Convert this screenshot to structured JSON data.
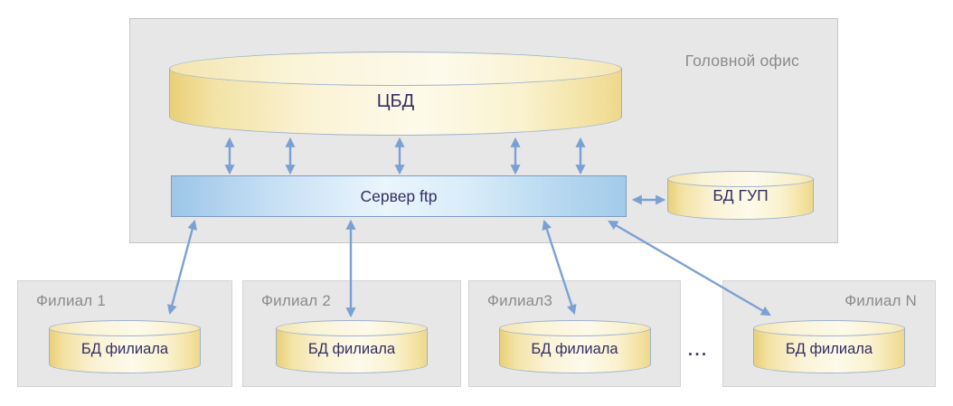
{
  "diagram": {
    "head_office": {
      "label": "Головной офис",
      "central_db_label": "ЦБД",
      "ftp_server_label": "Сервер ftp",
      "gup_db_label": "БД ГУП"
    },
    "branches": [
      {
        "label": "Филиал 1",
        "db_label": "БД филиала"
      },
      {
        "label": "Филиал 2",
        "db_label": "БД филиала"
      },
      {
        "label": "Филиал3",
        "db_label": "БД филиала"
      },
      {
        "label": "Филиал N",
        "db_label": "БД филиала"
      }
    ],
    "ellipsis": "...",
    "connections": [
      {
        "from": "ЦБД",
        "to": "Сервер ftp",
        "type": "bidirectional",
        "count": 5
      },
      {
        "from": "Сервер ftp",
        "to": "БД ГУП",
        "type": "bidirectional",
        "count": 1
      },
      {
        "from": "Сервер ftp",
        "to": "БД филиала (Филиал 1)",
        "type": "bidirectional",
        "count": 1
      },
      {
        "from": "Сервер ftp",
        "to": "БД филиала (Филиал 2)",
        "type": "bidirectional",
        "count": 1
      },
      {
        "from": "Сервер ftp",
        "to": "БД филиала (Филиал3)",
        "type": "bidirectional",
        "count": 1
      },
      {
        "from": "Сервер ftp",
        "to": "БД филиала (Филиал N)",
        "type": "bidirectional",
        "count": 1
      }
    ],
    "colors": {
      "background": "#ffffff",
      "group_box_fill": "#e7e7e7",
      "group_box_border": "#c6c6c6",
      "cylinder_gold": "#eed584",
      "cylinder_cream": "#fdfaea",
      "cylinder_border": "#9db2cd",
      "server_edge_blue": "#9fc8e9",
      "server_center_light": "#eef7fd",
      "server_border": "#7e9cc0",
      "arrow_blue": "#7ba1d4",
      "label_gray": "#8b8b8b",
      "text_navy": "#332e63"
    }
  }
}
